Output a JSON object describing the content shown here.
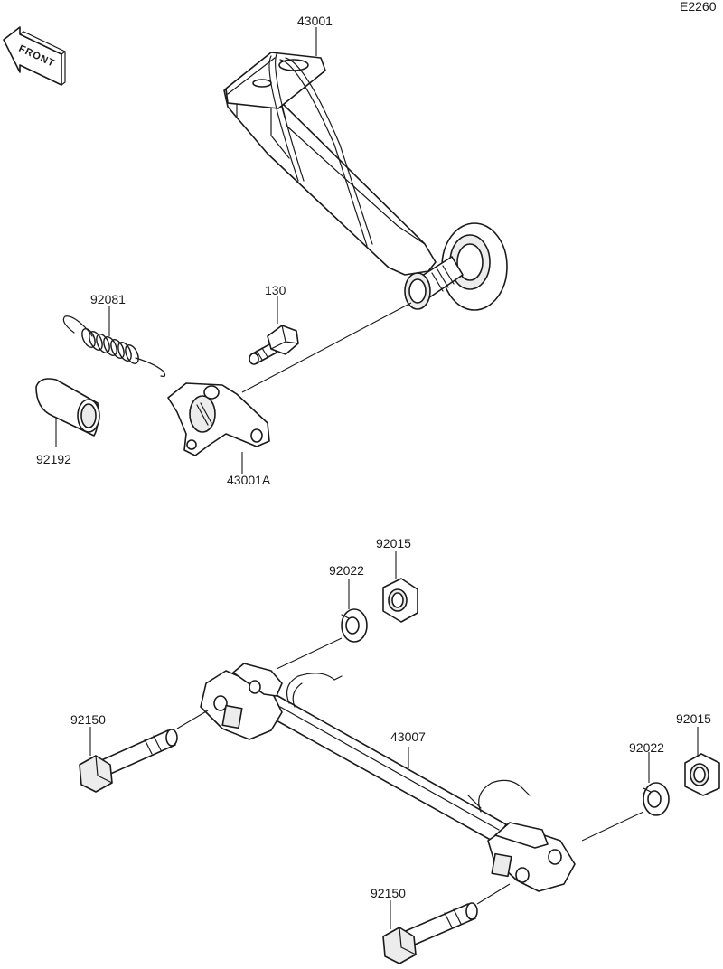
{
  "diagram_code": "E2260",
  "front_indicator": {
    "label": "FRONT",
    "icon": "front-arrow-icon"
  },
  "parts": [
    {
      "id": "43001"
    },
    {
      "id": "92081"
    },
    {
      "id": "130"
    },
    {
      "id": "92192"
    },
    {
      "id": "43001A"
    },
    {
      "id": "92015"
    },
    {
      "id": "92022"
    },
    {
      "id": "92150"
    },
    {
      "id": "43007"
    }
  ],
  "labels": {
    "p43001": "43001",
    "p92081": "92081",
    "p130": "130",
    "p92192": "92192",
    "p43001A": "43001A",
    "p92015_top": "92015",
    "p92022_top": "92022",
    "p92150_left": "92150",
    "p43007": "43007",
    "p92015_right": "92015",
    "p92022_right": "92022",
    "p92150_bottom": "92150"
  }
}
